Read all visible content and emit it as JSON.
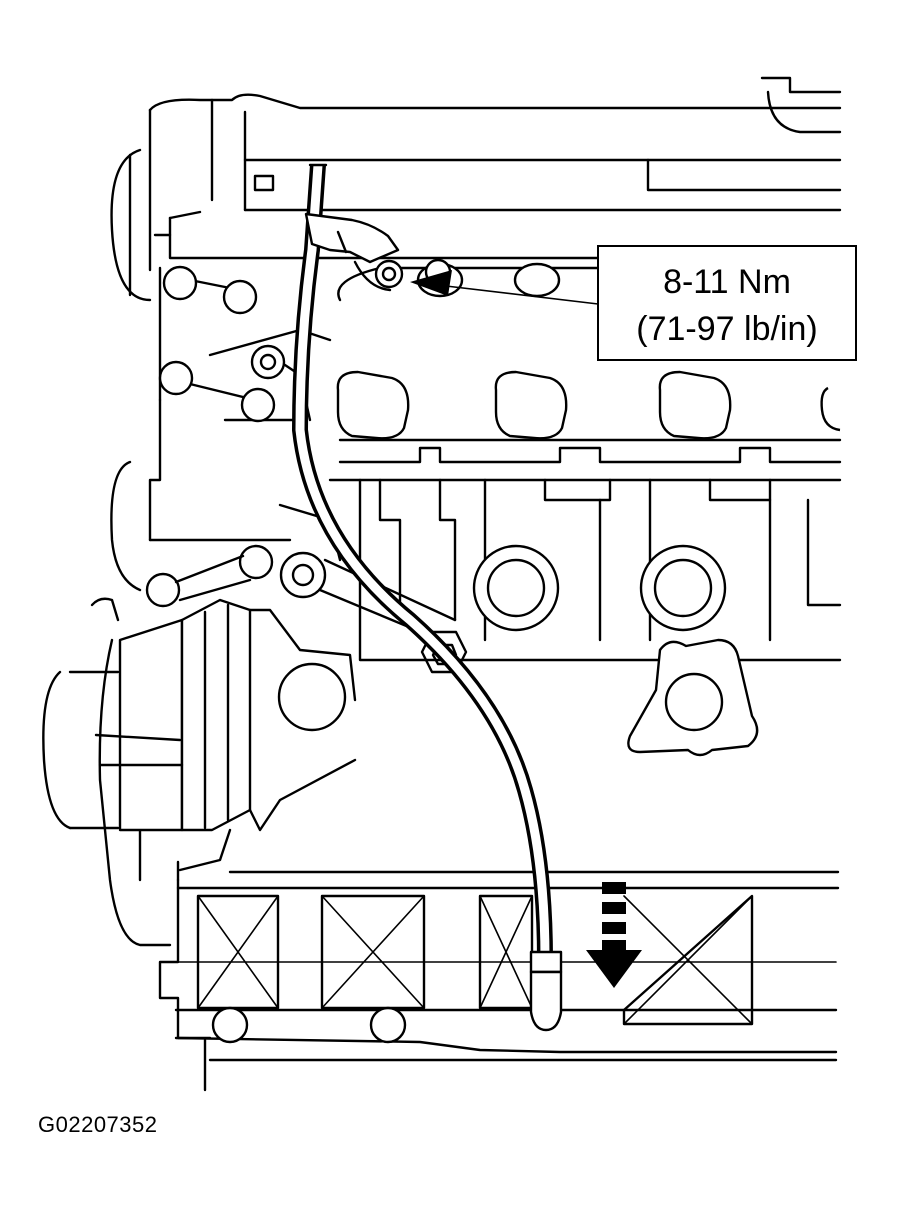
{
  "callout": {
    "torque_nm": "8-11 Nm",
    "torque_lbin": "(71-97 lb/in)"
  },
  "figure_id": "G02207352"
}
